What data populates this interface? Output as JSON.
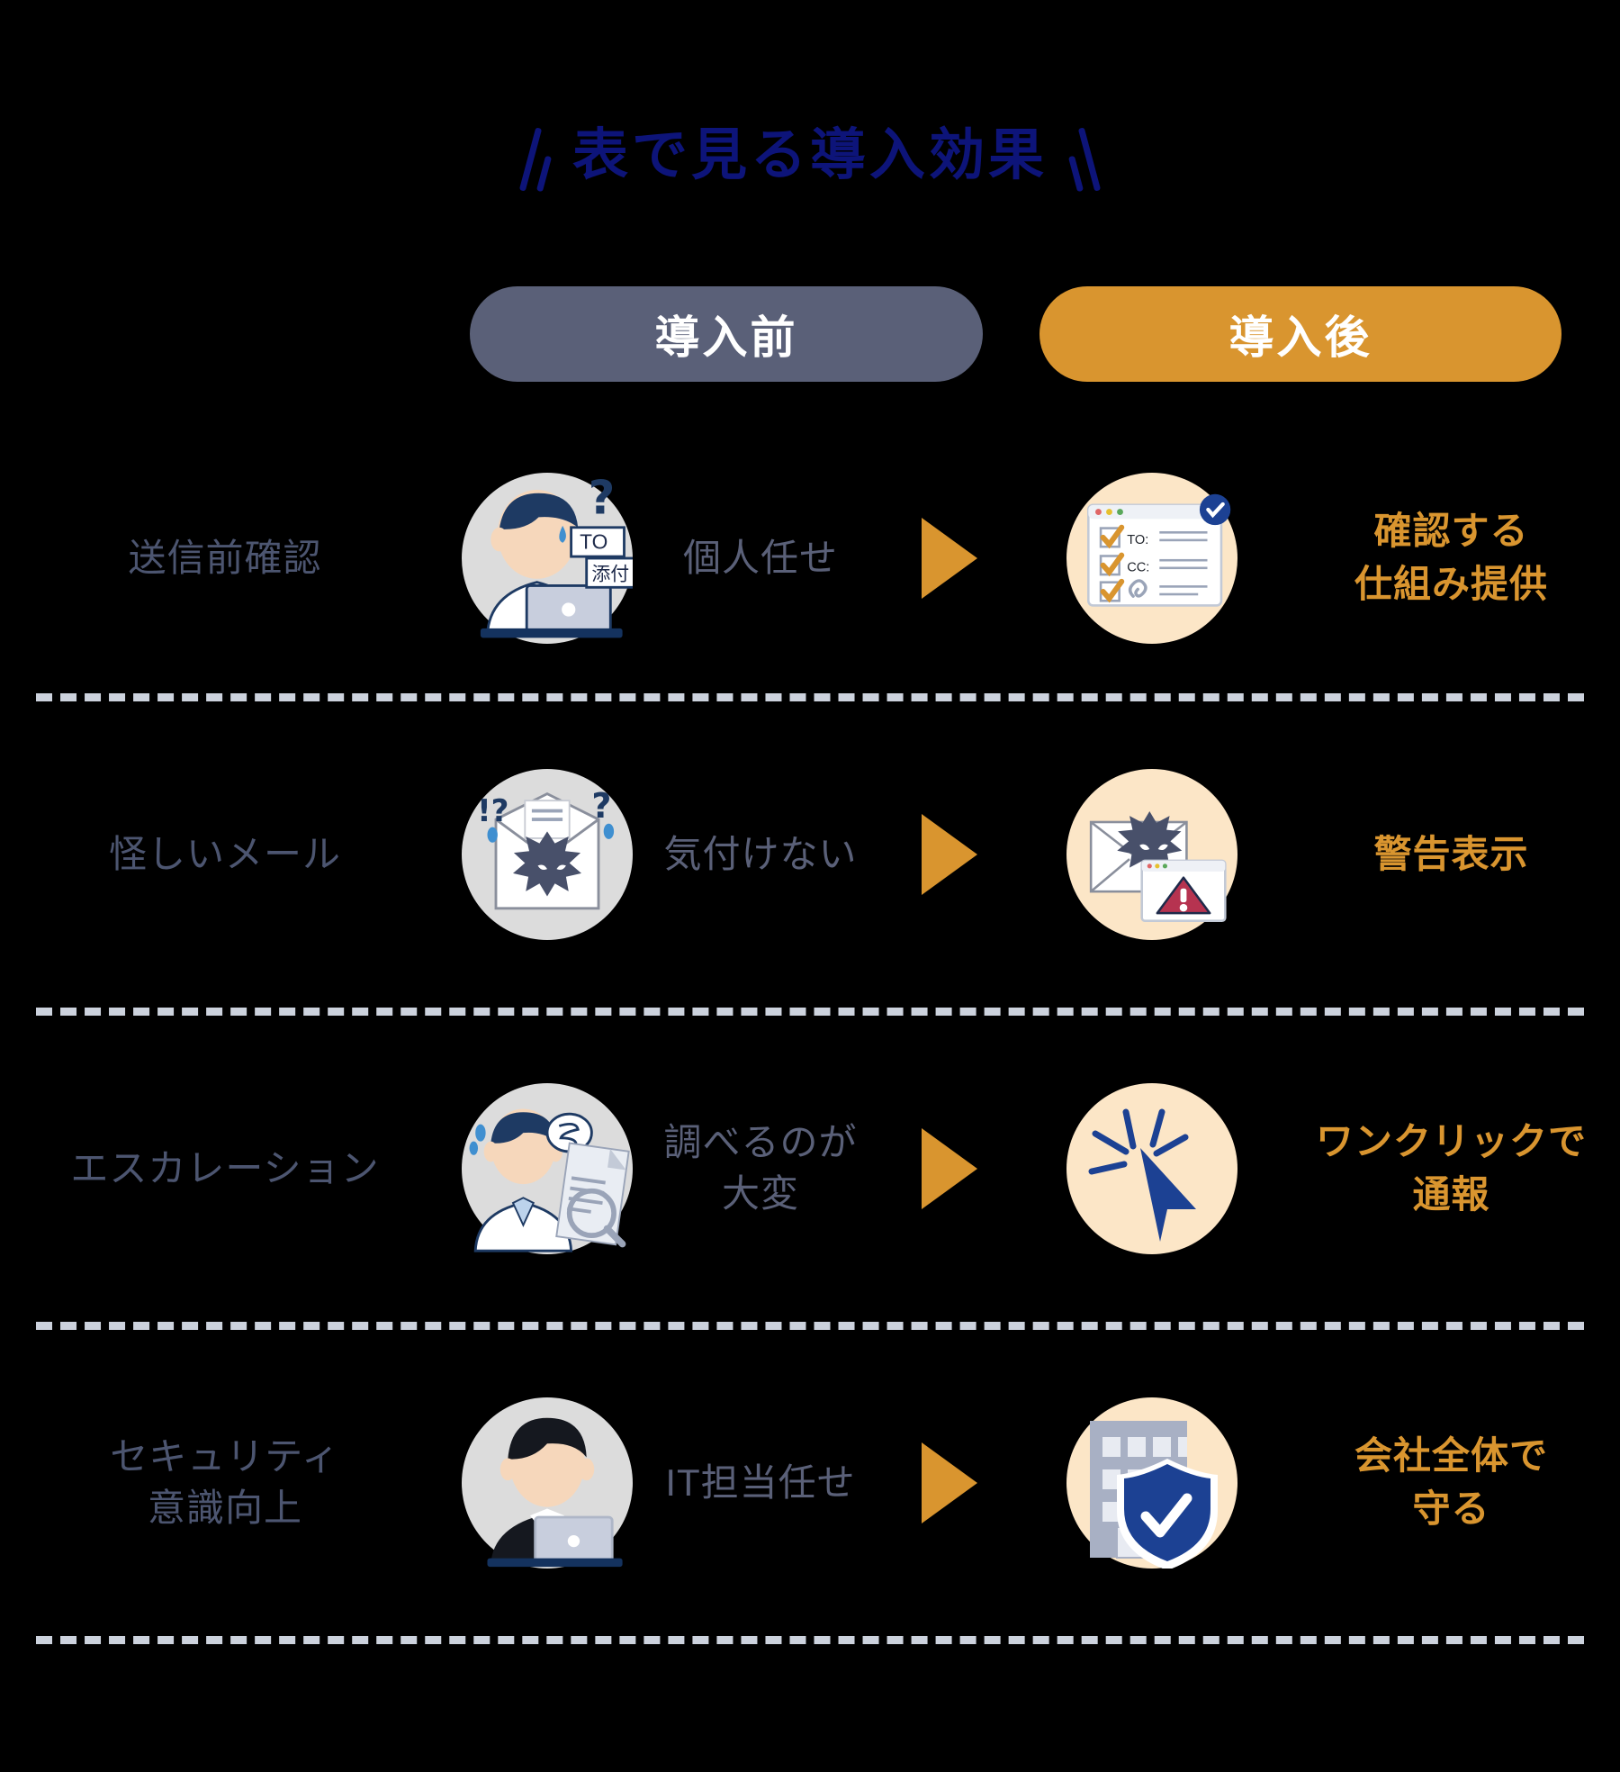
{
  "header": {
    "title": "表で見る導入効果",
    "decoration_icon": "slash-marks",
    "title_color": "#0d1479"
  },
  "columns": {
    "before_label": "導入前",
    "after_label": "導入後",
    "before_color": "#5a6078",
    "after_color": "#d9952f"
  },
  "rows": [
    {
      "label": "送信前確認",
      "before_icon": "person-confused-laptop-icon",
      "before_icon_text": {
        "question": "?",
        "to": "TO",
        "attach": "添付"
      },
      "before_text": "個人任せ",
      "arrow_icon": "triangle-right-icon",
      "after_icon": "checklist-window-icon",
      "after_icon_text": {
        "to": "TO:",
        "cc": "CC:",
        "attach": "paperclip-icon",
        "badge": "check-badge-icon"
      },
      "after_text": "確認する\n仕組み提供"
    },
    {
      "label": "怪しいメール",
      "before_icon": "envelope-virus-icon",
      "before_icon_text": {
        "marks": "!?"
      },
      "before_text": "気付けない",
      "arrow_icon": "triangle-right-icon",
      "after_icon": "envelope-virus-warning-window-icon",
      "after_icon_text": {
        "warning": "!"
      },
      "after_text": "警告表示"
    },
    {
      "label": "エスカレーション",
      "before_icon": "person-searching-documents-icon",
      "before_icon_text": {},
      "before_text": "調べるのが\n大変",
      "arrow_icon": "triangle-right-icon",
      "after_icon": "cursor-click-icon",
      "after_icon_text": {},
      "after_text": "ワンクリックで\n通報"
    },
    {
      "label": "セキュリティ\n意識向上",
      "before_icon": "businessman-laptop-icon",
      "before_icon_text": {},
      "before_text": "IT担当任せ",
      "arrow_icon": "triangle-right-icon",
      "after_icon": "building-shield-check-icon",
      "after_icon_text": {},
      "after_text": "会社全体で\n守る"
    }
  ],
  "colors": {
    "navy": "#1e2a4a",
    "accent_orange": "#d9952f",
    "muted_blue": "#5a6078",
    "divider": "#ccd2dd",
    "cream": "#fce6c7",
    "gray_circle": "#dcdcdc",
    "shield_blue": "#1c4193",
    "alert_red": "#b63350"
  }
}
